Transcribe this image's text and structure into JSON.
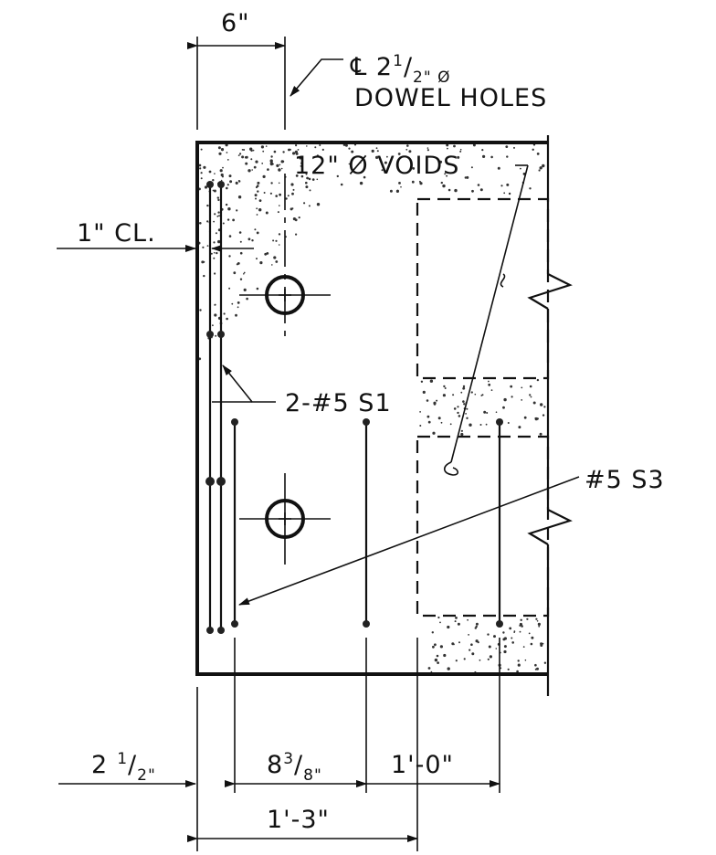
{
  "dimensions": {
    "top_width": "6\"",
    "edge_distance_whole": "2",
    "edge_distance_frac_num": "1",
    "edge_distance_frac_den": "2\"",
    "bar_spacing_whole": "8",
    "bar_spacing_frac_num": "3",
    "bar_spacing_frac_den": "8\"",
    "bar_spacing_2": "1'-0\"",
    "overall": "1'-3\""
  },
  "callouts": {
    "dowel_line1_prefix": "℄ 2",
    "dowel_frac_num": "1",
    "dowel_frac_den": "2\" Ø",
    "dowel_line2": "DOWEL HOLES",
    "voids": "12\" Ø VOIDS",
    "clear_cover": "1\" CL.",
    "s1_bars": "2-#5 S1",
    "s3_bar": "#5 S3"
  }
}
